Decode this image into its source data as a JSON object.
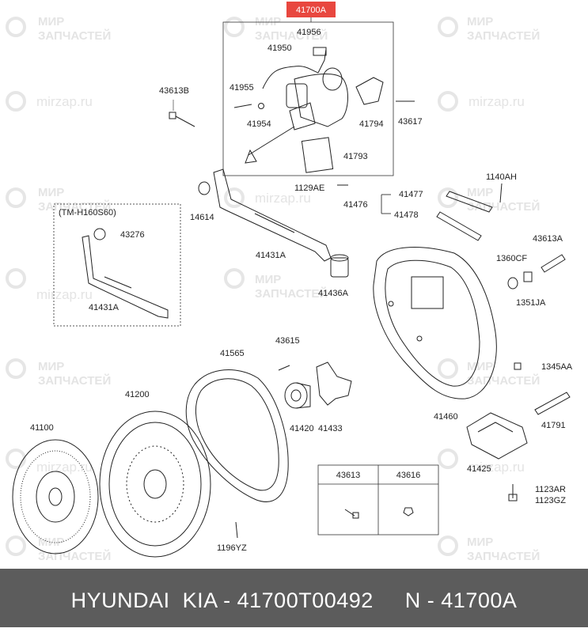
{
  "watermark": {
    "line1": "МИР",
    "line2": "ЗАПЧАСТЕЙ",
    "site": "mirzap.ru"
  },
  "highlight_color": "#e8473f",
  "footer": {
    "text": "HYUNDAI  KIA - 41700T00492     N - 41700A",
    "background": "#5c5c5c"
  },
  "variant_note": "(TM-H160S60)",
  "labels": {
    "41700A": "41700A",
    "41956": "41956",
    "41950": "41950",
    "41955": "41955",
    "41954": "41954",
    "41794": "41794",
    "43617": "43617",
    "43613B": "43613B",
    "41793": "41793",
    "1129AE": "1129AE",
    "1140AH": "1140AH",
    "41477": "41477",
    "41476": "41476",
    "41478": "41478",
    "14614": "14614",
    "43276": "43276",
    "41431A": "41431A",
    "41431A_b": "41431A",
    "41436A": "41436A",
    "1360CF": "1360CF",
    "43613A": "43613A",
    "1351JA": "1351JA",
    "41565": "41565",
    "43615": "43615",
    "41200": "41200",
    "41100": "41100",
    "41420": "41420",
    "41433": "41433",
    "41460": "41460",
    "1345AA": "1345AA",
    "41791": "41791",
    "41425": "41425",
    "1123AR": "1123AR",
    "1123GZ": "1123GZ",
    "1196YZ": "1196YZ"
  },
  "parts_table": {
    "headers": [
      "43613",
      "43616"
    ]
  }
}
